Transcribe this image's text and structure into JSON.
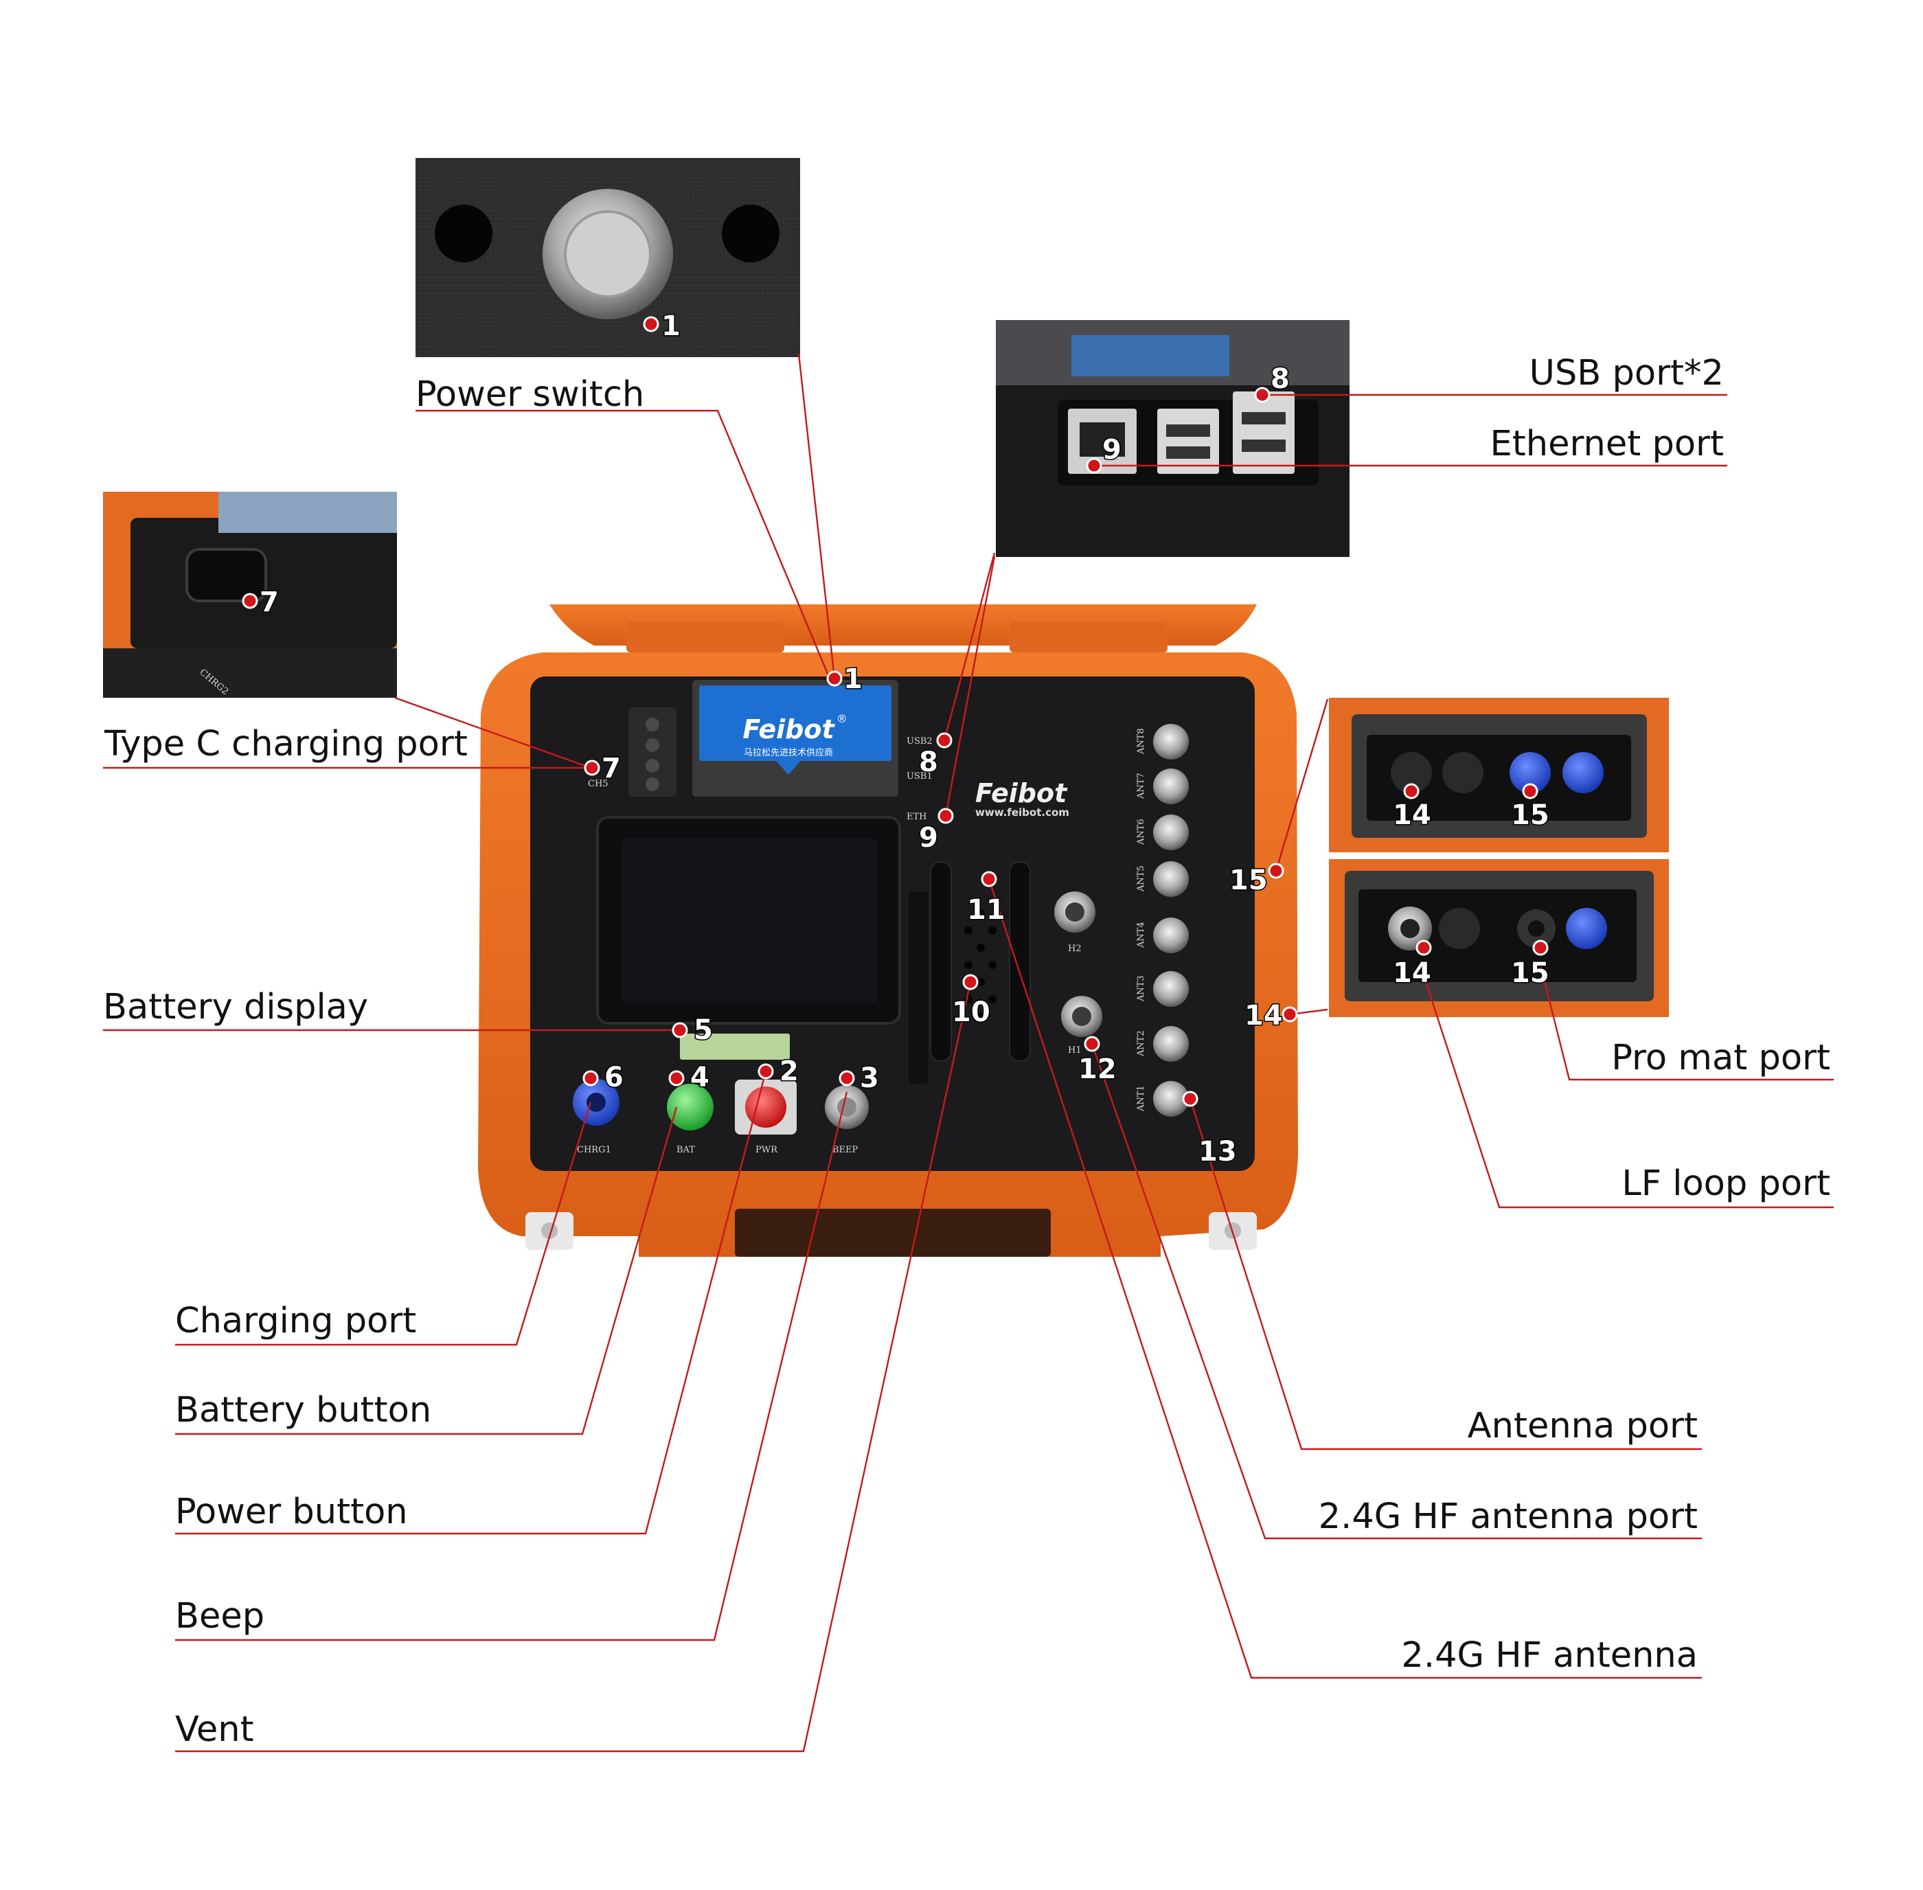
{
  "brand": {
    "name": "Feibot",
    "registered": "®",
    "tagline_cn": "马拉松先进技术供应商",
    "website": "www.feibot.com"
  },
  "panel_silkscreen": {
    "usb2": "USB2",
    "usb1": "USB1",
    "eth": "ETH",
    "ch5": "CH5",
    "chrg1": "CHRG1",
    "bat": "BAT",
    "pwr": "PWR",
    "beep": "BEEP",
    "h1": "H1",
    "h2": "H2",
    "chrg2": "CHRG2",
    "ant": [
      "ANT8",
      "ANT7",
      "ANT6",
      "ANT5",
      "ANT4",
      "ANT3",
      "ANT2",
      "ANT1"
    ]
  },
  "callouts": {
    "power_switch": "Power switch",
    "usb_port": "USB port*2",
    "ethernet_port": "Ethernet port",
    "type_c_port": "Type C charging port",
    "battery_display": "Battery display",
    "pro_mat_port": "Pro mat port",
    "lf_loop_port": "LF loop port",
    "charging_port": "Charging port",
    "battery_button": "Battery button",
    "power_button": "Power button",
    "beep": "Beep",
    "vent": "Vent",
    "antenna_port": "Antenna port",
    "hf_antenna_port": "2.4G HF antenna port",
    "hf_antenna": "2.4G HF antenna"
  },
  "markers": {
    "m1": "1",
    "m2": "2",
    "m3": "3",
    "m4": "4",
    "m5": "5",
    "m6": "6",
    "m7": "7",
    "m8": "8",
    "m9": "9",
    "m10": "10",
    "m11": "11",
    "m12": "12",
    "m13": "13",
    "m14": "14",
    "m15": "15"
  },
  "colors": {
    "case_orange": "#ec6a1e",
    "panel_black": "#1b1b1d",
    "leader_red": "#c41a1a",
    "dot_red": "#d3141a",
    "brand_blue": "#1d6fd1",
    "button_green": "#2fbf3a",
    "button_red": "#e02020",
    "connector_blue": "#2a4fd6"
  }
}
